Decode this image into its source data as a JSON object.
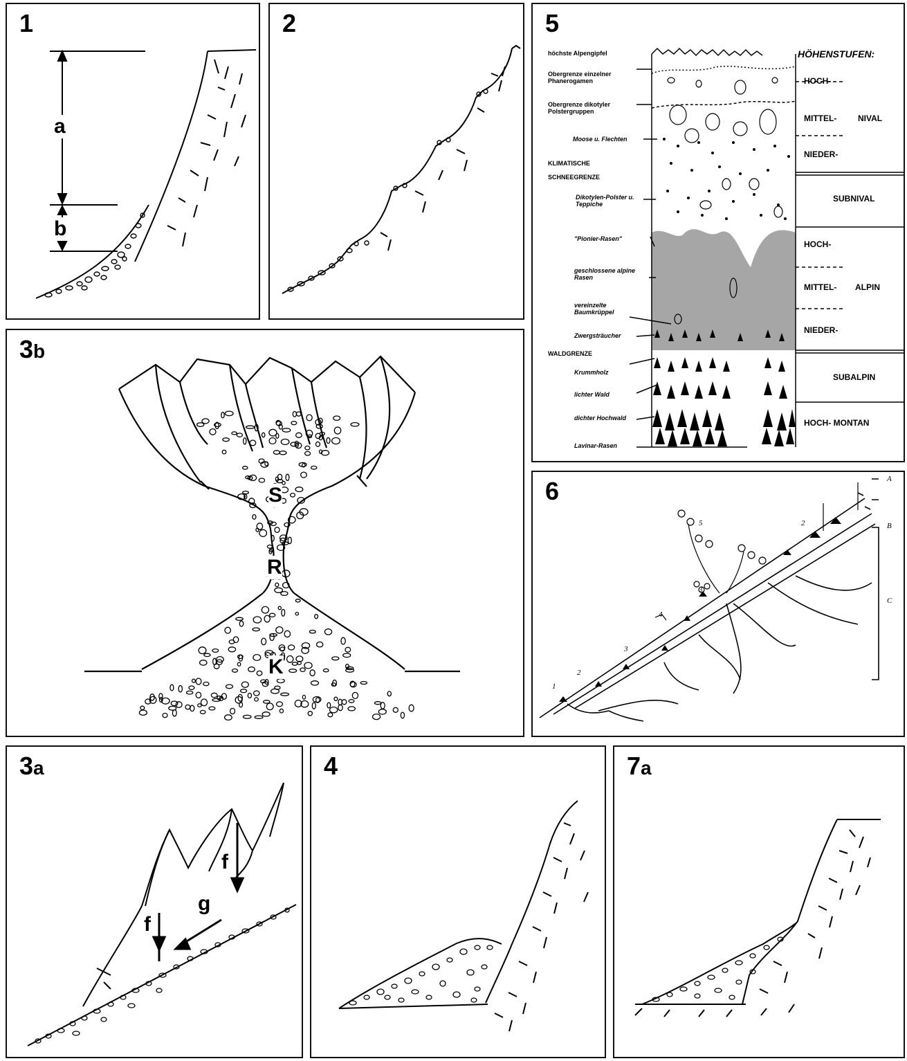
{
  "panels": {
    "p1": {
      "number": "1",
      "label_a": "a",
      "label_b": "b"
    },
    "p2": {
      "number": "2"
    },
    "p3b": {
      "number": "3",
      "suffix": "b",
      "label_s": "S",
      "label_r": "R",
      "label_k": "K"
    },
    "p5": {
      "number": "5",
      "header": "HÖHENSTUFEN:",
      "left_labels": [
        "höchste Alpengipfel",
        "Obergrenze einzelner Phanerogamen",
        "Obergrenze dikotyler Polstergruppen",
        "Moose u. Flechten",
        "KLIMATISCHE SCHNEEGRENZE",
        "Dikotylen-Polster u. Teppiche",
        "\"Pionier-Rasen\"",
        "geschlossene alpine Rasen",
        "vereinzelte Baumkrüppel",
        "Zwergsträucher",
        "WALDGRENZE",
        "Krummholz",
        "lichter Wald",
        "dichter Hochwald",
        "Lavinar-Rasen"
      ],
      "right_labels": {
        "hoch_nival": "HOCH-",
        "mittel_nival": "MITTEL-",
        "nival": "NIVAL",
        "nieder_nival": "NIEDER-",
        "subnival": "SUBNIVAL",
        "hoch_alpin": "HOCH-",
        "mittel_alpin": "MITTEL-",
        "alpin": "ALPIN",
        "nieder_alpin": "NIEDER-",
        "subalpin": "SUBALPIN",
        "hoch_montan": "HOCH- MONTAN"
      }
    },
    "p6": {
      "number": "6",
      "layer_a": "A",
      "layer_b": "B",
      "layer_c": "C",
      "plant_numbers": [
        "1",
        "2",
        "3",
        "4",
        "3",
        "5",
        "2"
      ]
    },
    "p3a": {
      "number": "3",
      "suffix": "a",
      "label_f1": "f",
      "label_f2": "f",
      "label_g": "g"
    },
    "p4": {
      "number": "4"
    },
    "p7a": {
      "number": "7",
      "suffix": "a"
    }
  }
}
